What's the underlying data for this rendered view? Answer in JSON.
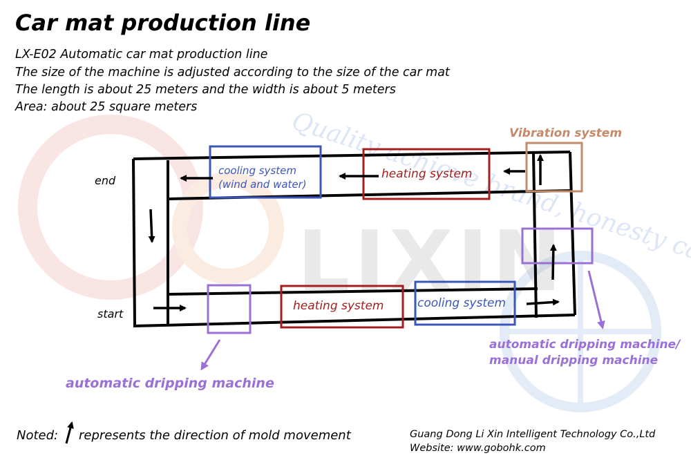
{
  "title": "Car mat production line",
  "description": [
    "LX-E02 Automatic car mat production line",
    "The size of the machine is adjusted according to the size of the car mat",
    "The length is about 25 meters and the width is about 5 meters",
    "Area: about 25 square meters"
  ],
  "labels": {
    "end": "end",
    "start": "start",
    "cooling_top_line1": "cooling system",
    "cooling_top_line2": "(wind and water)",
    "heating_top": "heating system",
    "heating_bottom": "heating system",
    "cooling_bottom": "cooling system",
    "vibration": "Vibration system",
    "dripping_right_line1": "automatic dripping machine/",
    "dripping_right_line2": "manual dripping machine",
    "dripping_left": "automatic dripping machine"
  },
  "footer": {
    "noted_prefix": "Noted:",
    "noted_text": "represents the direction of mold movement",
    "company": "Guang Dong Li Xin Intelligent Technology Co.,Ltd",
    "website": "Website: www.gobohk.com"
  },
  "watermark": {
    "brand": "LIXIN",
    "slogan": "Quality achieve brand, honesty cast future!"
  },
  "colors": {
    "cooling": "#3b56b8",
    "heating": "#a31f1f",
    "vibration": "#c48a6a",
    "dripping": "#9a6fd6",
    "line": "#000000"
  }
}
